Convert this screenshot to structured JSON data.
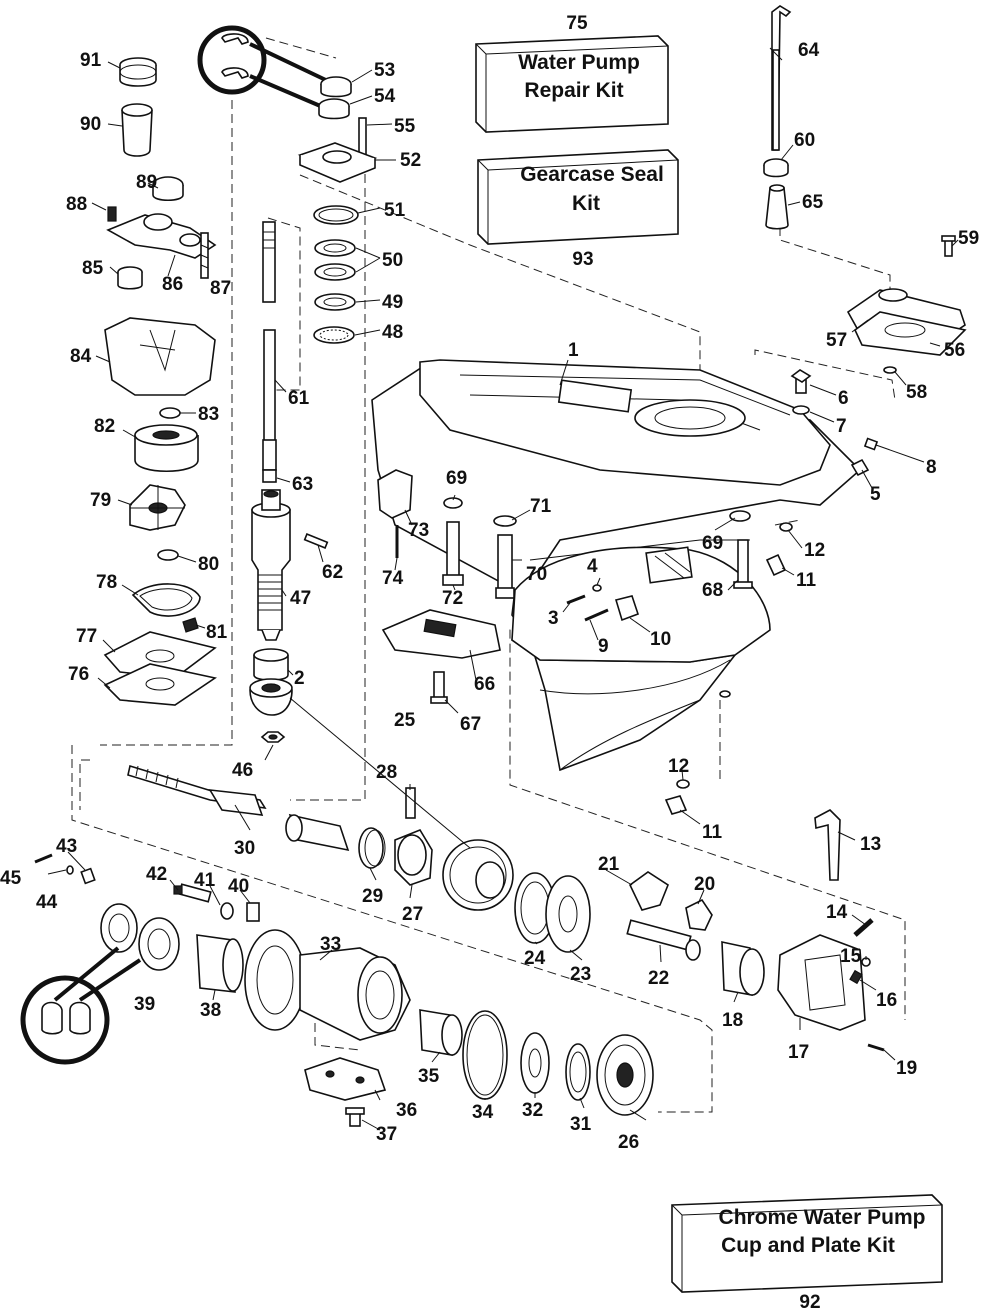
{
  "kits": {
    "water_pump_repair_kit": {
      "number": "75",
      "label_line1": "Water Pump",
      "label_line2": "Repair Kit"
    },
    "gearcase_seal_kit": {
      "number": "93",
      "label_line1": "Gearcase Seal",
      "label_line2": "Kit"
    },
    "chrome_water_pump_kit": {
      "number": "92",
      "label_line1": "Chrome Water Pump",
      "label_line2": "Cup and Plate Kit"
    }
  },
  "callouts": {
    "c1": "1",
    "c2": "2",
    "c3": "3",
    "c4": "4",
    "c5": "5",
    "c6": "6",
    "c7": "7",
    "c8": "8",
    "c9": "9",
    "c10": "10",
    "c11": "11",
    "c11b": "11",
    "c12": "12",
    "c12b": "12",
    "c13": "13",
    "c14": "14",
    "c15": "15",
    "c16": "16",
    "c17": "17",
    "c18": "18",
    "c19": "19",
    "c20": "20",
    "c21": "21",
    "c22": "22",
    "c23": "23",
    "c24": "24",
    "c25": "25",
    "c26": "26",
    "c27": "27",
    "c28": "28",
    "c29": "29",
    "c30": "30",
    "c31": "31",
    "c32": "32",
    "c33": "33",
    "c34": "34",
    "c35": "35",
    "c36": "36",
    "c37": "37",
    "c38": "38",
    "c39": "39",
    "c40": "40",
    "c41": "41",
    "c42": "42",
    "c43": "43",
    "c44": "44",
    "c45": "45",
    "c46": "46",
    "c47": "47",
    "c48": "48",
    "c49": "49",
    "c50": "50",
    "c51": "51",
    "c52": "52",
    "c53": "53",
    "c54": "54",
    "c55": "55",
    "c56": "56",
    "c57": "57",
    "c58": "58",
    "c59": "59",
    "c60": "60",
    "c61": "61",
    "c62": "62",
    "c63": "63",
    "c64": "64",
    "c65": "65",
    "c66": "66",
    "c67": "67",
    "c68": "68",
    "c69": "69",
    "c69b": "69",
    "c70": "70",
    "c71": "71",
    "c72": "72",
    "c73": "73",
    "c74": "74",
    "c76": "76",
    "c77": "77",
    "c78": "78",
    "c79": "79",
    "c80": "80",
    "c81": "81",
    "c82": "82",
    "c83": "83",
    "c84": "84",
    "c85": "85",
    "c86": "86",
    "c87": "87",
    "c88": "88",
    "c89": "89",
    "c90": "90",
    "c91": "91"
  }
}
